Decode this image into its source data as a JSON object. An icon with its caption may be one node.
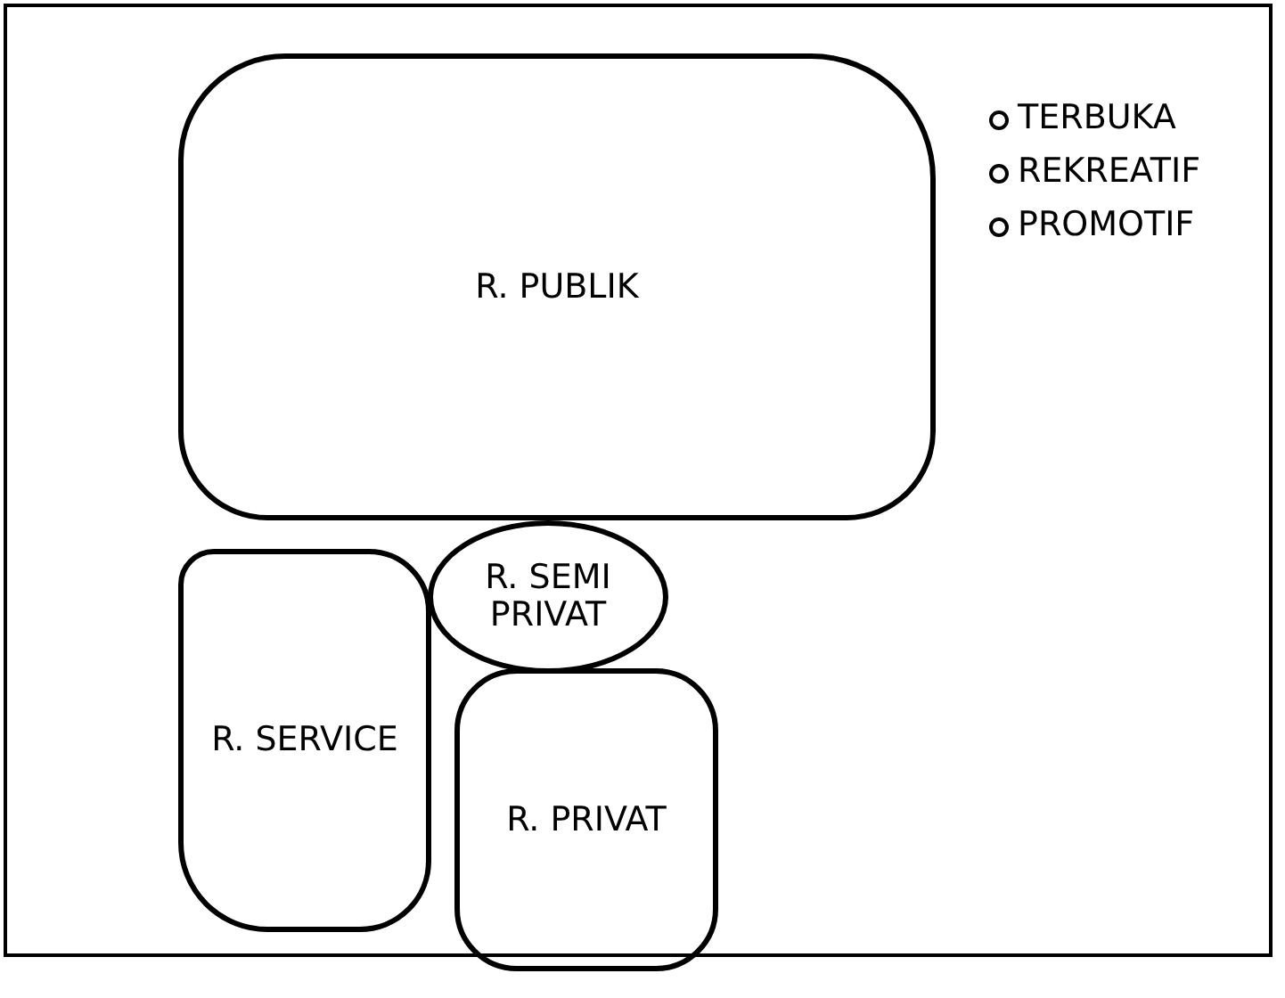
{
  "diagram": {
    "nodes": [
      {
        "text": [
          "R. PUBLIK"
        ]
      },
      {
        "text": [
          "R. SEMI PRIVAT"
        ]
      },
      {
        "text": [
          "R. SERVICE"
        ]
      },
      {
        "text": [
          "R. PRIVAT"
        ]
      }
    ],
    "labels": [
      "TERBUKA",
      "REKREATIF",
      "PROMOTIF"
    ]
  }
}
